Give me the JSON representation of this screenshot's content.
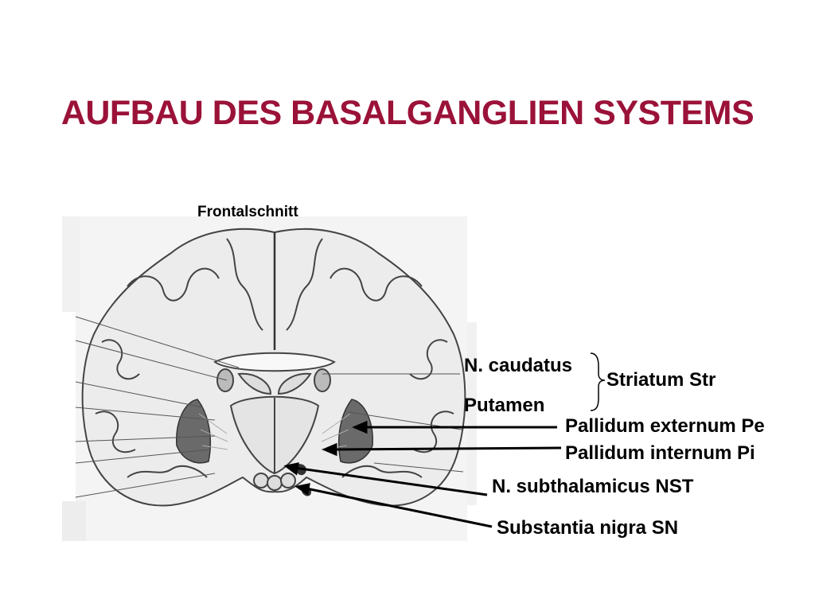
{
  "slide": {
    "title": "AUFBAU DES BASALGANGLIEN SYSTEMS",
    "title_color": "#9b1239"
  },
  "figure": {
    "caption": "Frontalschnitt",
    "image": "brain-coronal-section",
    "labels": {
      "caudatus": "N. caudatus",
      "putamen": "Putamen",
      "striatum": "Striatum Str",
      "pallidum_ext": "Pallidum externum Pe",
      "pallidum_int": "Pallidum internum  Pi",
      "subthalamicus": "N. subthalamicus NST",
      "nigra": "Substantia nigra SN"
    }
  }
}
